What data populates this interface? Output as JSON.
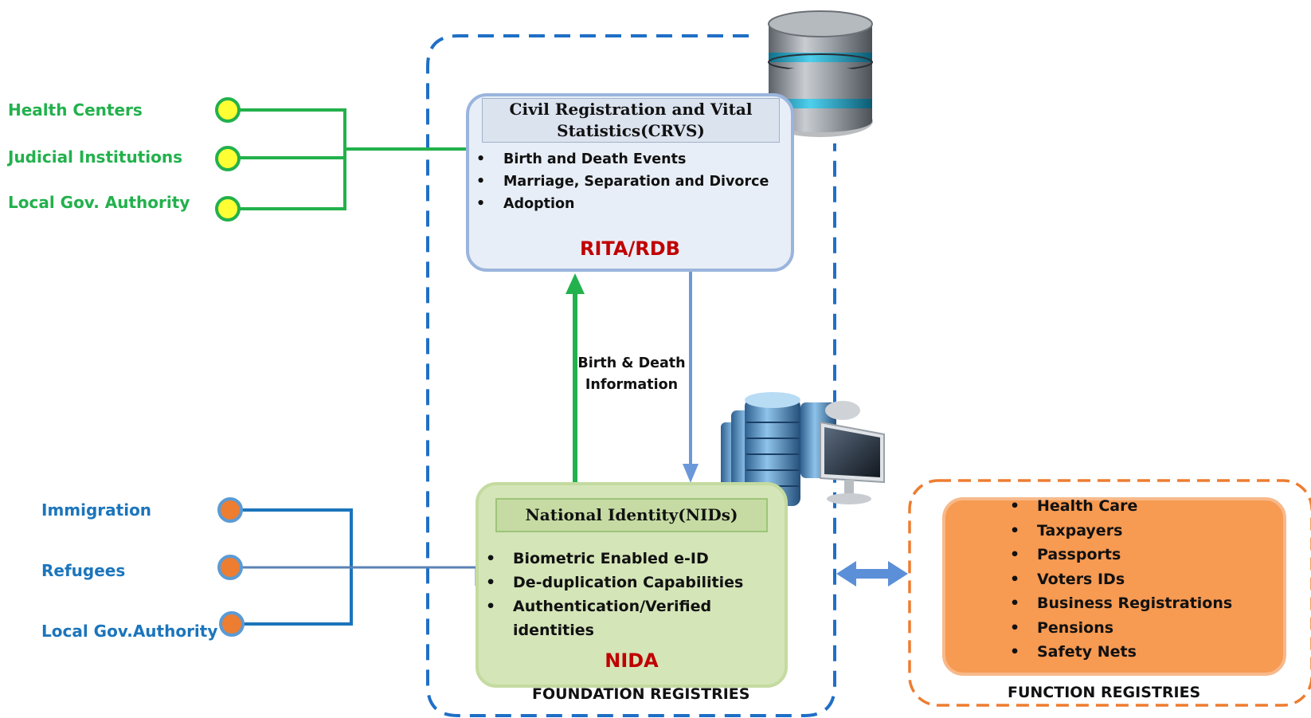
{
  "sources_top": [
    "Health Centers",
    "Judicial Institutions",
    "Local Gov. Authority"
  ],
  "sources_bottom": [
    "Immigration",
    "Refugees",
    "Local Gov.Authority"
  ],
  "crvs": {
    "title": "Civil Registration and Vital Statistics(CRVS)",
    "items": [
      "Birth and Death Events",
      "Marriage, Separation and Divorce",
      "Adoption"
    ],
    "agency": "RITA/RDB"
  },
  "nid": {
    "title": "National Identity(NIDs)",
    "items": [
      "Biometric Enabled e-ID",
      "De-duplication Capabilities",
      "Authentication/Verified identities"
    ],
    "agency": "NIDA"
  },
  "exchange_label": {
    "line1": "Birth & Death",
    "line2": "Information"
  },
  "function_items": [
    "Health Care",
    "Taxpayers",
    "Passports",
    "Voters IDs",
    "Business Registrations",
    "Pensions",
    "Safety Nets"
  ],
  "labels": {
    "foundation": "FOUNDATION REGISTRIES",
    "function": "FUNCTION REGISTRIES"
  },
  "icons": [
    "database-icon",
    "server-cluster-icon",
    "monitor-icon"
  ],
  "colors": {
    "green_connector": "#22b14c",
    "blue_connector": "#1b75bc",
    "yellow_node": "#ffff33",
    "orange_node": "#ed7d31",
    "foundation_border": "#1f6fc6",
    "function_border": "#ed7d31",
    "agency_red": "#c00000",
    "arrow_blue": "#6b98d8"
  }
}
